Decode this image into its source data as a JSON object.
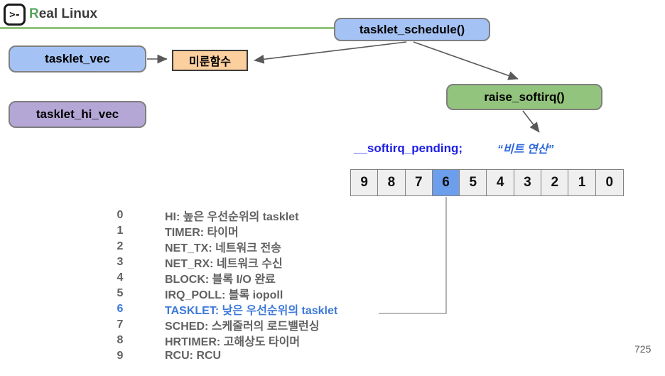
{
  "header": {
    "logo_glyph": ">-",
    "title_first_letter": "R",
    "title_rest": "eal Linux"
  },
  "nodes": {
    "tasklet_schedule": {
      "label": "tasklet_schedule()"
    },
    "tasklet_vec": {
      "label": "tasklet_vec"
    },
    "deferred_function": {
      "label": "미룬함수"
    },
    "tasklet_hi_vec": {
      "label": "tasklet_hi_vec"
    },
    "raise_softirq": {
      "label": "raise_softirq()"
    }
  },
  "pending_flag": {
    "variable": "__softirq_pending;",
    "annotation": "“비트 연산”"
  },
  "bit_array": {
    "cells": [
      "9",
      "8",
      "7",
      "6",
      "5",
      "4",
      "3",
      "2",
      "1",
      "0"
    ],
    "highlighted_bit": "6"
  },
  "softirq_list": [
    {
      "num": "0",
      "label": "HI: 높은 우선순위의 tasklet"
    },
    {
      "num": "1",
      "label": "TIMER: 타이머"
    },
    {
      "num": "2",
      "label": "NET_TX: 네트워크 전송"
    },
    {
      "num": "3",
      "label": "NET_RX: 네트워크 수신"
    },
    {
      "num": "4",
      "label": "BLOCK: 블록 I/O 완료"
    },
    {
      "num": "5",
      "label": "IRQ_POLL: 블록 iopoll"
    },
    {
      "num": "6",
      "label": "TASKLET: 낮은 우선순위의 tasklet"
    },
    {
      "num": "7",
      "label": "SCHED: 스케줄러의 로드밸런싱"
    },
    {
      "num": "8",
      "label": "HRTIMER: 고해상도 타이머"
    },
    {
      "num": "9",
      "label": "RCU: RCU"
    }
  ],
  "page_number": "725",
  "colors": {
    "blue_box": "#A4C2F4",
    "orange_box": "#FBCF9E",
    "purple_box": "#B4A7D6",
    "green_box": "#93C47D",
    "bit_cell": "#EFEFEF",
    "bit_cell_highlight": "#6D9EEB",
    "green_rule": "#93C47D",
    "pending_text": "#1E1EE4",
    "annotation_text": "#2F68D9",
    "list_gray": "#616161",
    "list_highlight_blue": "#3C78D8",
    "brand_green": "#58A55C"
  }
}
